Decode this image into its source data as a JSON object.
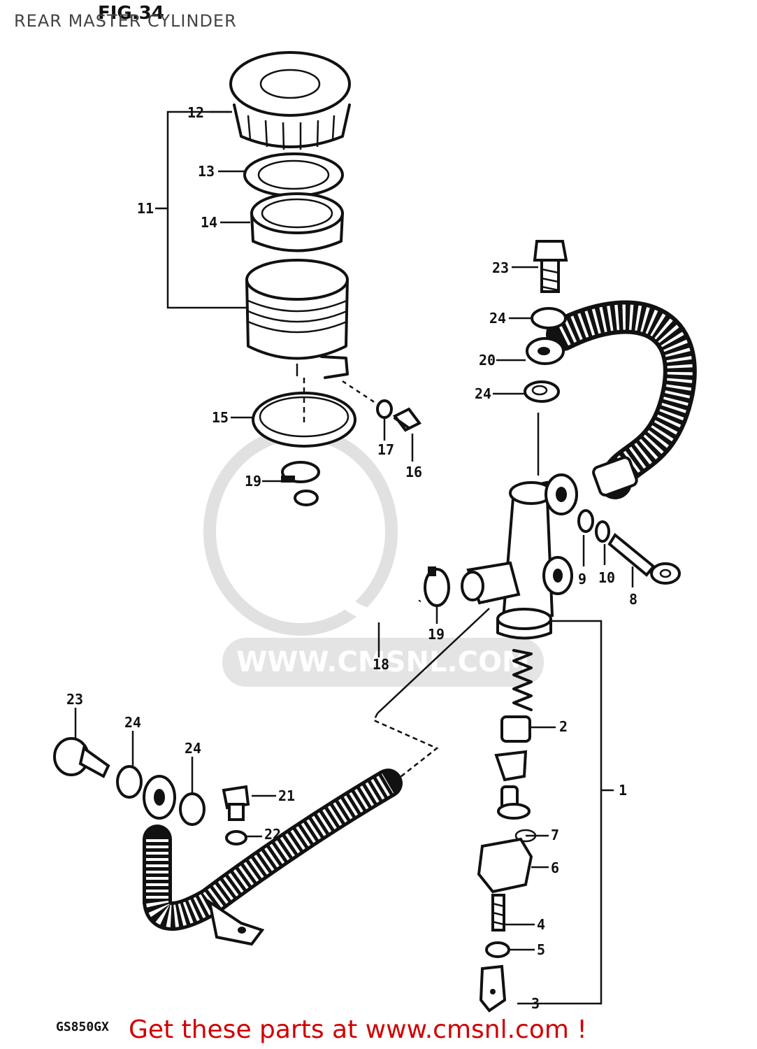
{
  "page": {
    "title": "REAR MASTER CYLINDER",
    "fig_label": "FIG.34",
    "model_code": "GS850GX",
    "watermark": "WWW.CMSNL.COM",
    "promo_text": "Get these parts at www.cmsnl.com !",
    "promo_color": "#d00000"
  },
  "callouts": {
    "c1": "1",
    "c2": "2",
    "c3": "3",
    "c4": "4",
    "c5": "5",
    "c6": "6",
    "c7": "7",
    "c8": "8",
    "c9": "9",
    "c10": "10",
    "c11": "11",
    "c12": "12",
    "c13": "13",
    "c14": "14",
    "c15": "15",
    "c16": "16",
    "c17": "17",
    "c18": "18",
    "c19a": "19",
    "c19b": "19",
    "c20": "20",
    "c21": "21",
    "c22": "22",
    "c23a": "23",
    "c23b": "23",
    "c24a": "24",
    "c24b": "24",
    "c24c": "24",
    "c24d": "24"
  }
}
